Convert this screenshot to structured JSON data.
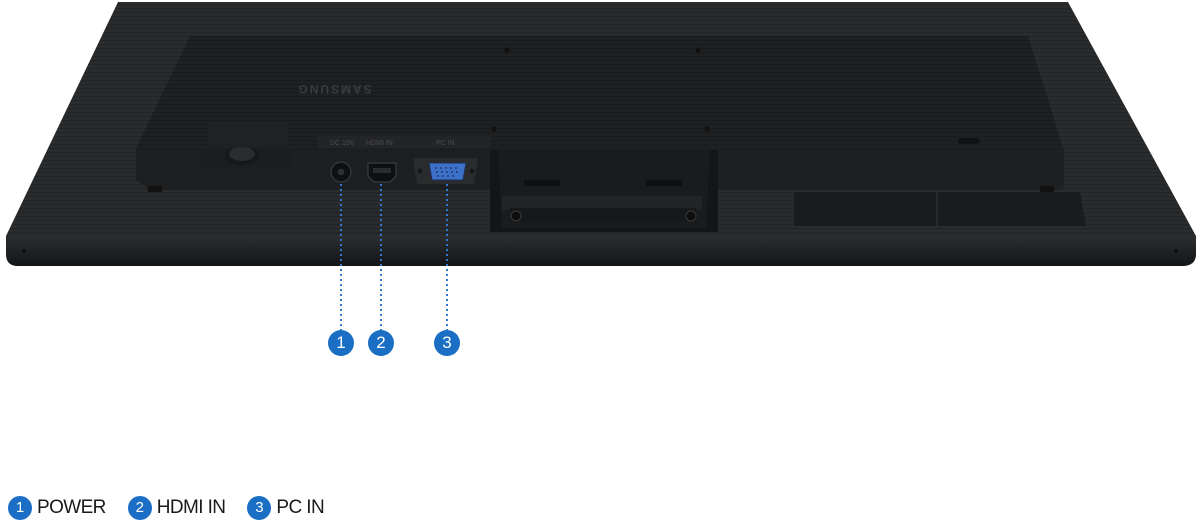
{
  "image": {
    "brand_mark": "SAMSUNG",
    "port_labels": [
      "DC 19V",
      "HDMI IN",
      "PC IN"
    ],
    "accent_color": "#1a6fc4"
  },
  "callouts": [
    {
      "number": "1",
      "icon": "power-port"
    },
    {
      "number": "2",
      "icon": "hdmi-port"
    },
    {
      "number": "3",
      "icon": "vga-port"
    }
  ],
  "legend": [
    {
      "number": "1",
      "label": "POWER"
    },
    {
      "number": "2",
      "label": "HDMI IN"
    },
    {
      "number": "3",
      "label": "PC IN"
    }
  ]
}
